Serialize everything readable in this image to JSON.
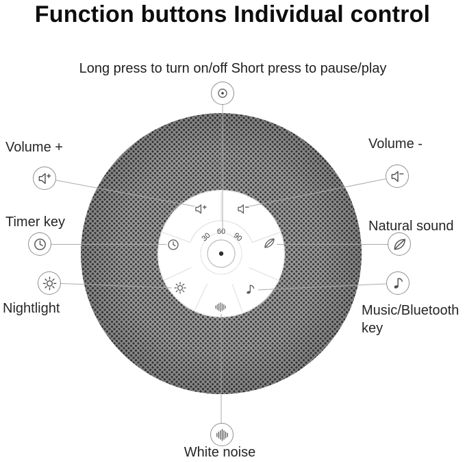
{
  "title": "Function buttons Individual control",
  "subtitle": "Long press to turn on/off Short press to pause/play",
  "labels": {
    "volume_plus": "Volume +",
    "volume_minus": "Volume -",
    "timer": "Timer key",
    "natural_sound": "Natural sound",
    "nightlight": "Nightlight",
    "music_bluetooth": "Music/Bluetooth key",
    "white_noise": "White noise"
  },
  "panel": {
    "timer_marks": [
      "30",
      "60",
      "90"
    ]
  },
  "icons": {
    "power": "concentric-power-icon",
    "volume_plus": "speaker-plus-icon",
    "volume_minus": "speaker-minus-icon",
    "timer": "clock-icon",
    "natural_sound": "leaf-icon",
    "nightlight": "sun-icon",
    "music_bluetooth": "music-note-icon",
    "white_noise": "sound-wave-bars-icon"
  },
  "colors": {
    "title_text": "#0d0d0d",
    "label_text": "#262626",
    "connector_line": "#ababab",
    "icon_stroke": "#4f4f4f",
    "speaker_mesh_base": "#9a9a9a",
    "speaker_mesh_dot": "#3a3a3a",
    "panel_background": "#ffffff"
  }
}
